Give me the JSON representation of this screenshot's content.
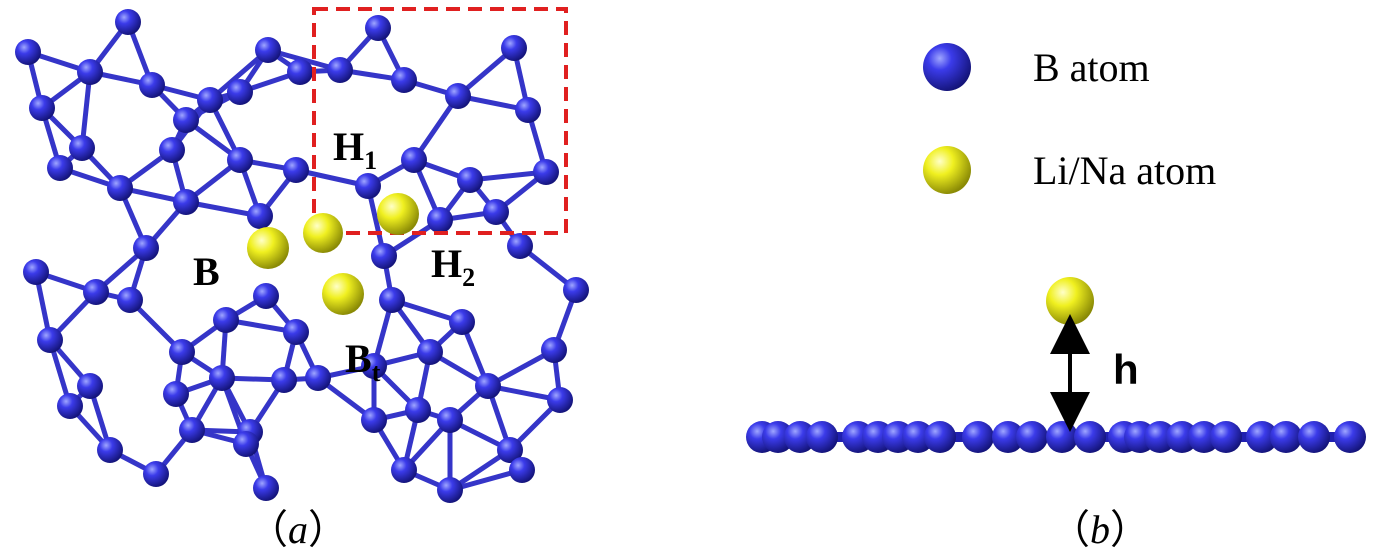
{
  "panel_a": {
    "sites": {
      "h1": {
        "main": "H",
        "sub": "1"
      },
      "h2": {
        "main": "H",
        "sub": "2"
      },
      "b": {
        "main": "B"
      },
      "bt": {
        "main": "B",
        "sub": "t"
      }
    },
    "caption": {
      "open": "（",
      "letter": "a",
      "close": "）"
    }
  },
  "panel_b": {
    "legend": [
      {
        "label": "B atom",
        "color": "#2a2ad6"
      },
      {
        "label": "Li/Na atom",
        "color": "#e6e60f"
      }
    ],
    "height_label": "h",
    "caption": {
      "open": "（",
      "letter": "b",
      "close": "）"
    }
  },
  "colors": {
    "boron": "#2a2ad6",
    "metal": "#e6e60f",
    "box": "#e02020",
    "bond": "#3535c8"
  }
}
